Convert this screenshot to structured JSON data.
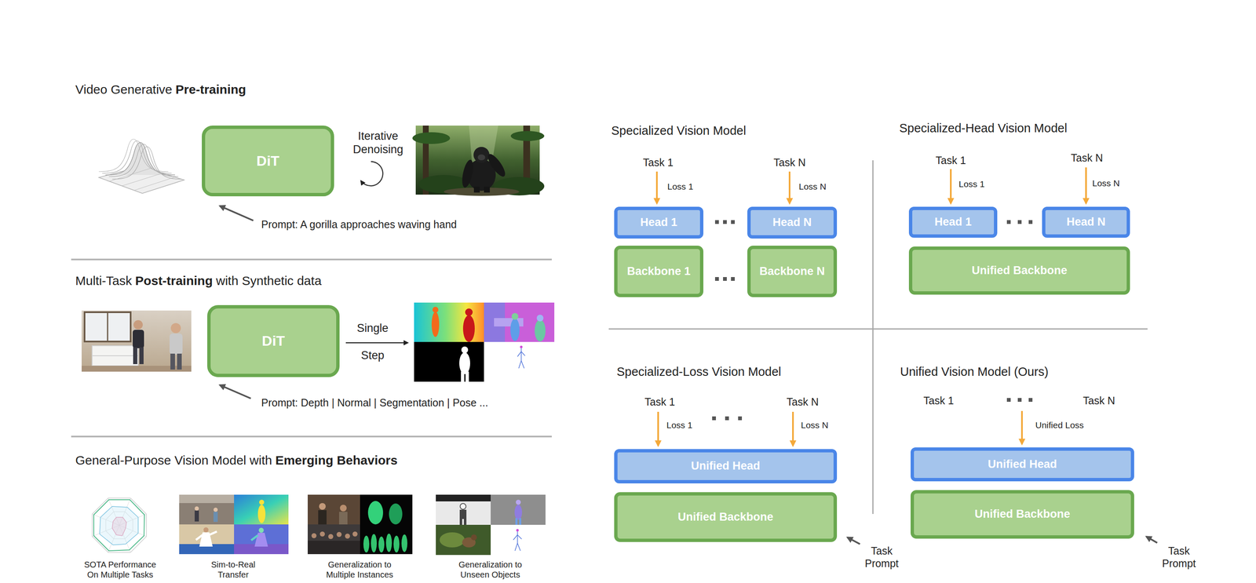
{
  "diagram": {
    "nodes": [
      {
        "text": [
          "DiT"
        ]
      },
      {
        "text": [
          "DiT"
        ]
      },
      {
        "text": [
          "Head 1"
        ]
      },
      {
        "text": [
          "Head N"
        ]
      },
      {
        "text": [
          "Backbone 1"
        ]
      },
      {
        "text": [
          "Backbone N"
        ]
      },
      {
        "text": [
          "Head 1"
        ]
      },
      {
        "text": [
          "Head N"
        ]
      },
      {
        "text": [
          "Unified Backbone"
        ]
      },
      {
        "text": [
          "Unified Head"
        ]
      },
      {
        "text": [
          "Unified Backbone"
        ]
      },
      {
        "text": [
          "Unified Head"
        ]
      },
      {
        "text": [
          "Unified Backbone"
        ]
      }
    ],
    "labels": [
      "Video Generative",
      "Pre-training",
      "Iterative Denoising",
      "Prompt: A gorilla approaches waving hand",
      "Multi-Task",
      "Post-training",
      "with Synthetic data",
      "Single",
      "Step",
      "Prompt: Depth | Normal | Segmentation | Pose ...",
      "General-Purpose Vision Model with",
      "Emerging Behaviors",
      "SOTA Performance On Multiple Tasks",
      "Sim-to-Real Transfer",
      "Generalization to Multiple Instances",
      "Generalization to Unseen Objects",
      "Specialized Vision Model",
      "Task 1",
      "Loss 1",
      "Task N",
      "Loss N",
      "Specialized-Head Vision Model",
      "Task 1",
      "Loss 1",
      "Task N",
      "Loss N",
      "Specialized-Loss Vision Model",
      "Task 1",
      "Loss 1",
      "Task N",
      "Loss N",
      "Task Prompt",
      "Unified Vision Model (Ours)",
      "Task 1",
      "Task N",
      "Unified Loss",
      "Task Prompt"
    ]
  }
}
